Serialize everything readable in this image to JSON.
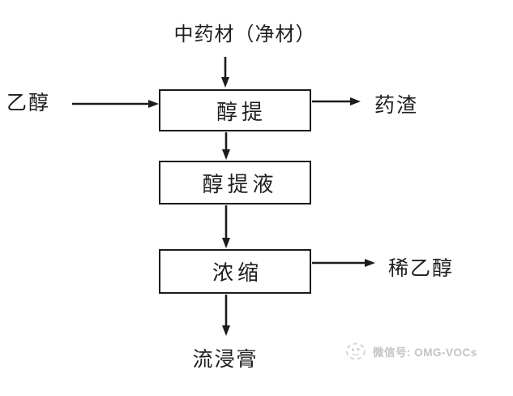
{
  "flowchart": {
    "source_label": "中药材（净材）",
    "input_label": "乙醇",
    "boxes": [
      {
        "label": "醇提"
      },
      {
        "label": "醇提液"
      },
      {
        "label": "浓缩"
      }
    ],
    "residue_label": "药渣",
    "dilute_ethanol_label": "稀乙醇",
    "product_label": "流浸膏"
  },
  "watermark": {
    "icon": "wechat-logo",
    "text": "微信号: OMG-VOCs"
  },
  "colors": {
    "line": "#1c1c1c",
    "text": "#1e1e1e",
    "watermark": "#c3c3c3",
    "background": "#ffffff"
  }
}
